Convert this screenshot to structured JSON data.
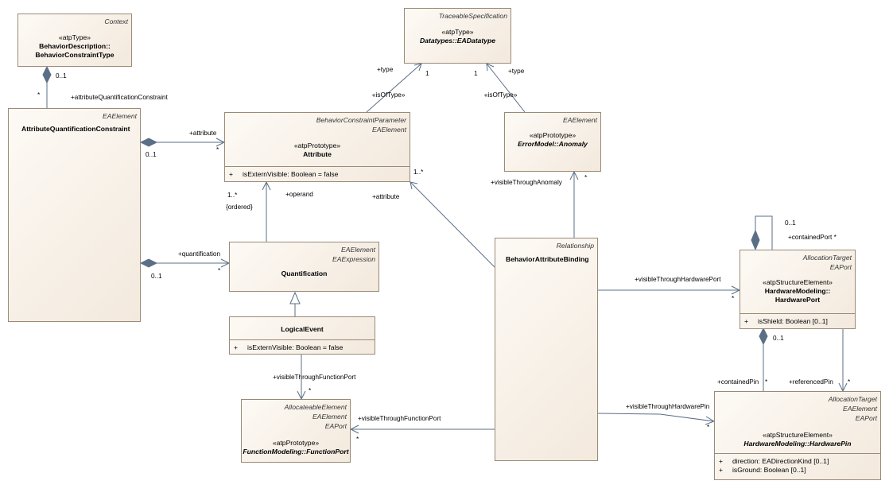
{
  "classes": {
    "context": {
      "stereotype": "Context",
      "type": "«atpType»",
      "name_line1": "BehaviorDescription::",
      "name_line2": "BehaviorConstraintType"
    },
    "traceable": {
      "stereotype": "TraceableSpecification",
      "type": "«atpType»",
      "name": "Datatypes::EADatatype"
    },
    "aqc": {
      "stereotype": "EAElement",
      "name": "AttributeQuantificationConstraint"
    },
    "attribute": {
      "stereotype1": "BehaviorConstraintParameter",
      "stereotype2": "EAElement",
      "type": "«atpPrototype»",
      "name": "Attribute",
      "attrs": [
        {
          "vis": "+",
          "text": "isExternVisible: Boolean = false"
        }
      ]
    },
    "anomaly": {
      "stereotype": "EAElement",
      "type": "«atpPrototype»",
      "name": "ErrorModel::Anomaly"
    },
    "quantification": {
      "stereotype1": "EAElement",
      "stereotype2": "EAExpression",
      "name": "Quantification"
    },
    "logicalevent": {
      "name": "LogicalEvent",
      "attrs": [
        {
          "vis": "+",
          "text": "isExternVisible: Boolean = false"
        }
      ]
    },
    "functionport": {
      "stereotype1": "AllocateableElement",
      "stereotype2": "EAElement",
      "stereotype3": "EAPort",
      "type": "«atpPrototype»",
      "name": "FunctionModeling::FunctionPort"
    },
    "bab": {
      "stereotype": "Relationship",
      "name": "BehaviorAttributeBinding"
    },
    "hwport": {
      "stereotype1": "AllocationTarget",
      "stereotype2": "EAPort",
      "type": "«atpStructureElement»",
      "name_line1": "HardwareModeling::",
      "name_line2": "HardwarePort",
      "attrs": [
        {
          "vis": "+",
          "text": "isShield: Boolean [0..1]"
        }
      ]
    },
    "hwpin": {
      "stereotype1": "AllocationTarget",
      "stereotype2": "EAElement",
      "stereotype3": "EAPort",
      "type": "«atpStructureElement»",
      "name": "HardwareModeling::HardwarePin",
      "attrs": [
        {
          "vis": "+",
          "text": "direction: EADirectionKind [0..1]"
        },
        {
          "vis": "+",
          "text": "isGround: Boolean [0..1]"
        }
      ]
    }
  },
  "labels": {
    "ctx_mult": "0..1",
    "aqc_star": "*",
    "aqc_role": "+attributeQuantificationConstraint",
    "attr_role": "+attribute",
    "attr_mult": "0..1",
    "attr_star": "*",
    "quant_role": "+quantification",
    "quant_mult": "0..1",
    "quant_star": "*",
    "type_left": "+type",
    "one_left": "1",
    "isoftype_left": "«isOfType»",
    "one_right": "1",
    "type_right": "+type",
    "isoftype_right": "«isOfType»",
    "operand_mult": "1..*",
    "ordered": "{ordered}",
    "operand_role": "+operand",
    "bab_attr_mult": "1..*",
    "bab_attr_role": "+attribute",
    "anomaly_role": "+visibleThroughAnomaly",
    "anomaly_star": "*",
    "lev_fp_role": "+visibleThroughFunctionPort",
    "lev_fp_star": "*",
    "bab_fp_role": "+visibleThroughFunctionPort",
    "bab_fp_star": "*",
    "hwport_role": "+visibleThroughHardwarePort",
    "hwport_star": "*",
    "hwpin_role": "+visibleThroughHardwarePin",
    "hwpin_star": "*",
    "self_mult": "0..1",
    "contained_port": "+containedPort *",
    "pin_mult": "0..1",
    "contained_pin": "+containedPin",
    "contained_pin_star": "*",
    "referenced_pin": "+referencedPin",
    "referenced_pin_star": "*"
  }
}
